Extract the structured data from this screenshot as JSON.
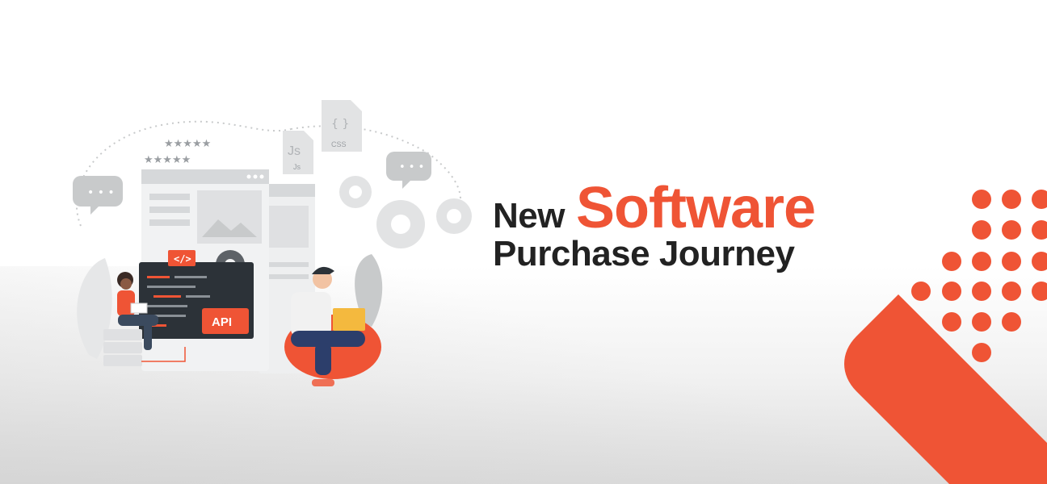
{
  "colors": {
    "accent": "#ef5435",
    "text": "#222222",
    "grey": "#c8cacb",
    "dark_panel": "#2c3238"
  },
  "headline": {
    "word1": "New",
    "word2": "Software",
    "line2": "Purchase Journey"
  },
  "illustration": {
    "badge_api": "API",
    "badge_code": "</>",
    "file_js": "Js",
    "file_js_small": "Js",
    "file_css": "CSS",
    "file_css_braces": "{ }",
    "rating_top": "★★★★★",
    "rating_bottom": "★★★★★",
    "bubble_dots": "• • •"
  },
  "icons": [
    "chat-bubble-icon",
    "gear-icon",
    "image-icon",
    "star-rating-icon",
    "js-file-icon",
    "css-file-icon",
    "server-icon",
    "code-icon"
  ]
}
